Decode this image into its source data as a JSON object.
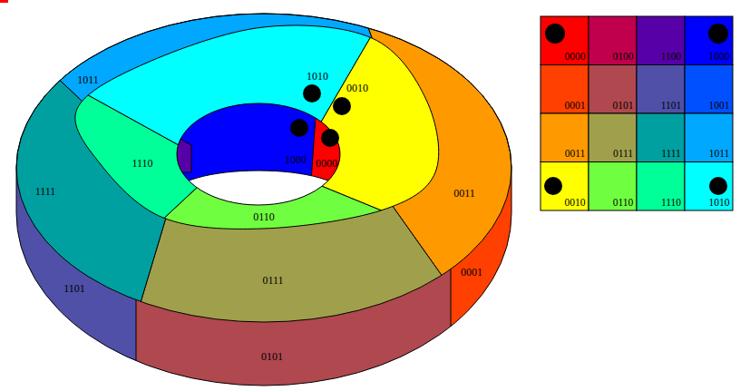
{
  "diagram": {
    "labels": [
      "1010",
      "1011",
      "0010",
      "1110",
      "1000",
      "0000",
      "1111",
      "0011",
      "0110",
      "0001",
      "0111",
      "1101",
      "0101",
      "0000",
      "0100",
      "1100",
      "1000",
      "0001",
      "0101",
      "1101",
      "1001",
      "0011",
      "0111",
      "1111",
      "1011",
      "0010",
      "0110",
      "1110",
      "1010"
    ]
  }
}
